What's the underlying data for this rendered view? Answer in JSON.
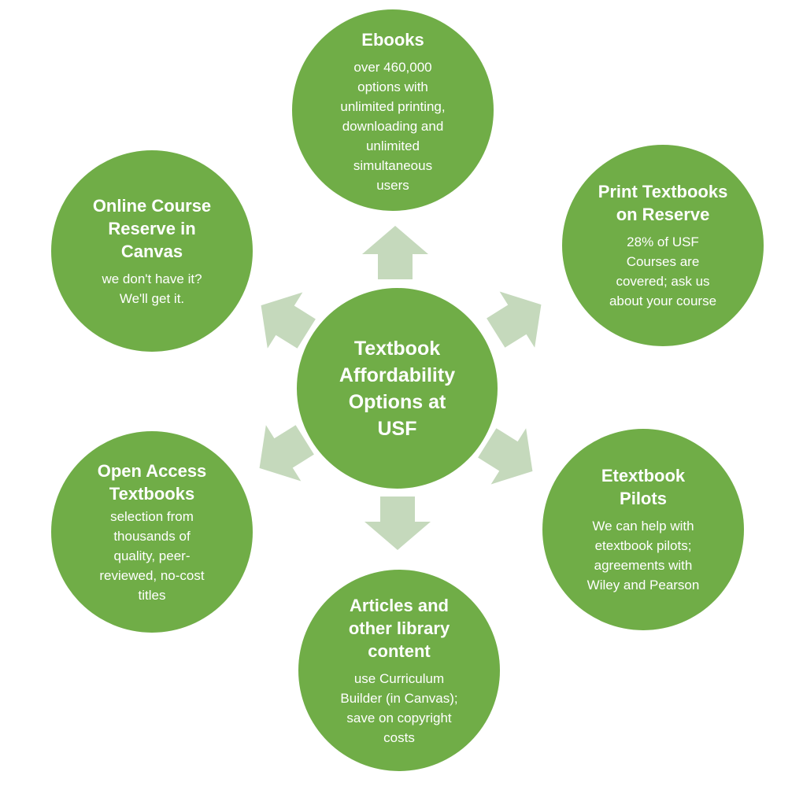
{
  "center": {
    "title": "Textbook\nAffordability\nOptions  at\nUSF"
  },
  "nodes": {
    "ebooks": {
      "title": "Ebooks",
      "desc": "over 460,000\noptions with\nunlimited printing,\ndownloading and\nunlimited\nsimultaneous\nusers"
    },
    "print_textbooks": {
      "title": "Print Textbooks\non Reserve",
      "desc": "28% of USF\nCourses are\ncovered; ask us\nabout your course"
    },
    "etextbook_pilots": {
      "title": "Etextbook\nPilots",
      "desc": "We can help with\netextbook pilots;\nagreements with\nWiley and Pearson"
    },
    "articles": {
      "title": "Articles and\nother library\ncontent",
      "desc": "use Curriculum\nBuilder (in Canvas);\nsave on copyright\ncosts"
    },
    "open_access": {
      "title": "Open Access\nTextbooks",
      "desc": "selection from\nthousands of\nquality, peer-\nreviewed, no-cost\ntitles"
    },
    "online_reserve": {
      "title": "Online Course\nReserve in\nCanvas",
      "desc": "we don't  have it?\nWe'll get it."
    }
  },
  "colors": {
    "circle": "#70ad47",
    "arrow": "#c5d9bc",
    "text": "#ffffff"
  },
  "icons": {
    "arrows": [
      "arrow-up-icon",
      "arrow-upper-right-icon",
      "arrow-lower-right-icon",
      "arrow-down-icon",
      "arrow-lower-left-icon",
      "arrow-upper-left-icon"
    ]
  }
}
